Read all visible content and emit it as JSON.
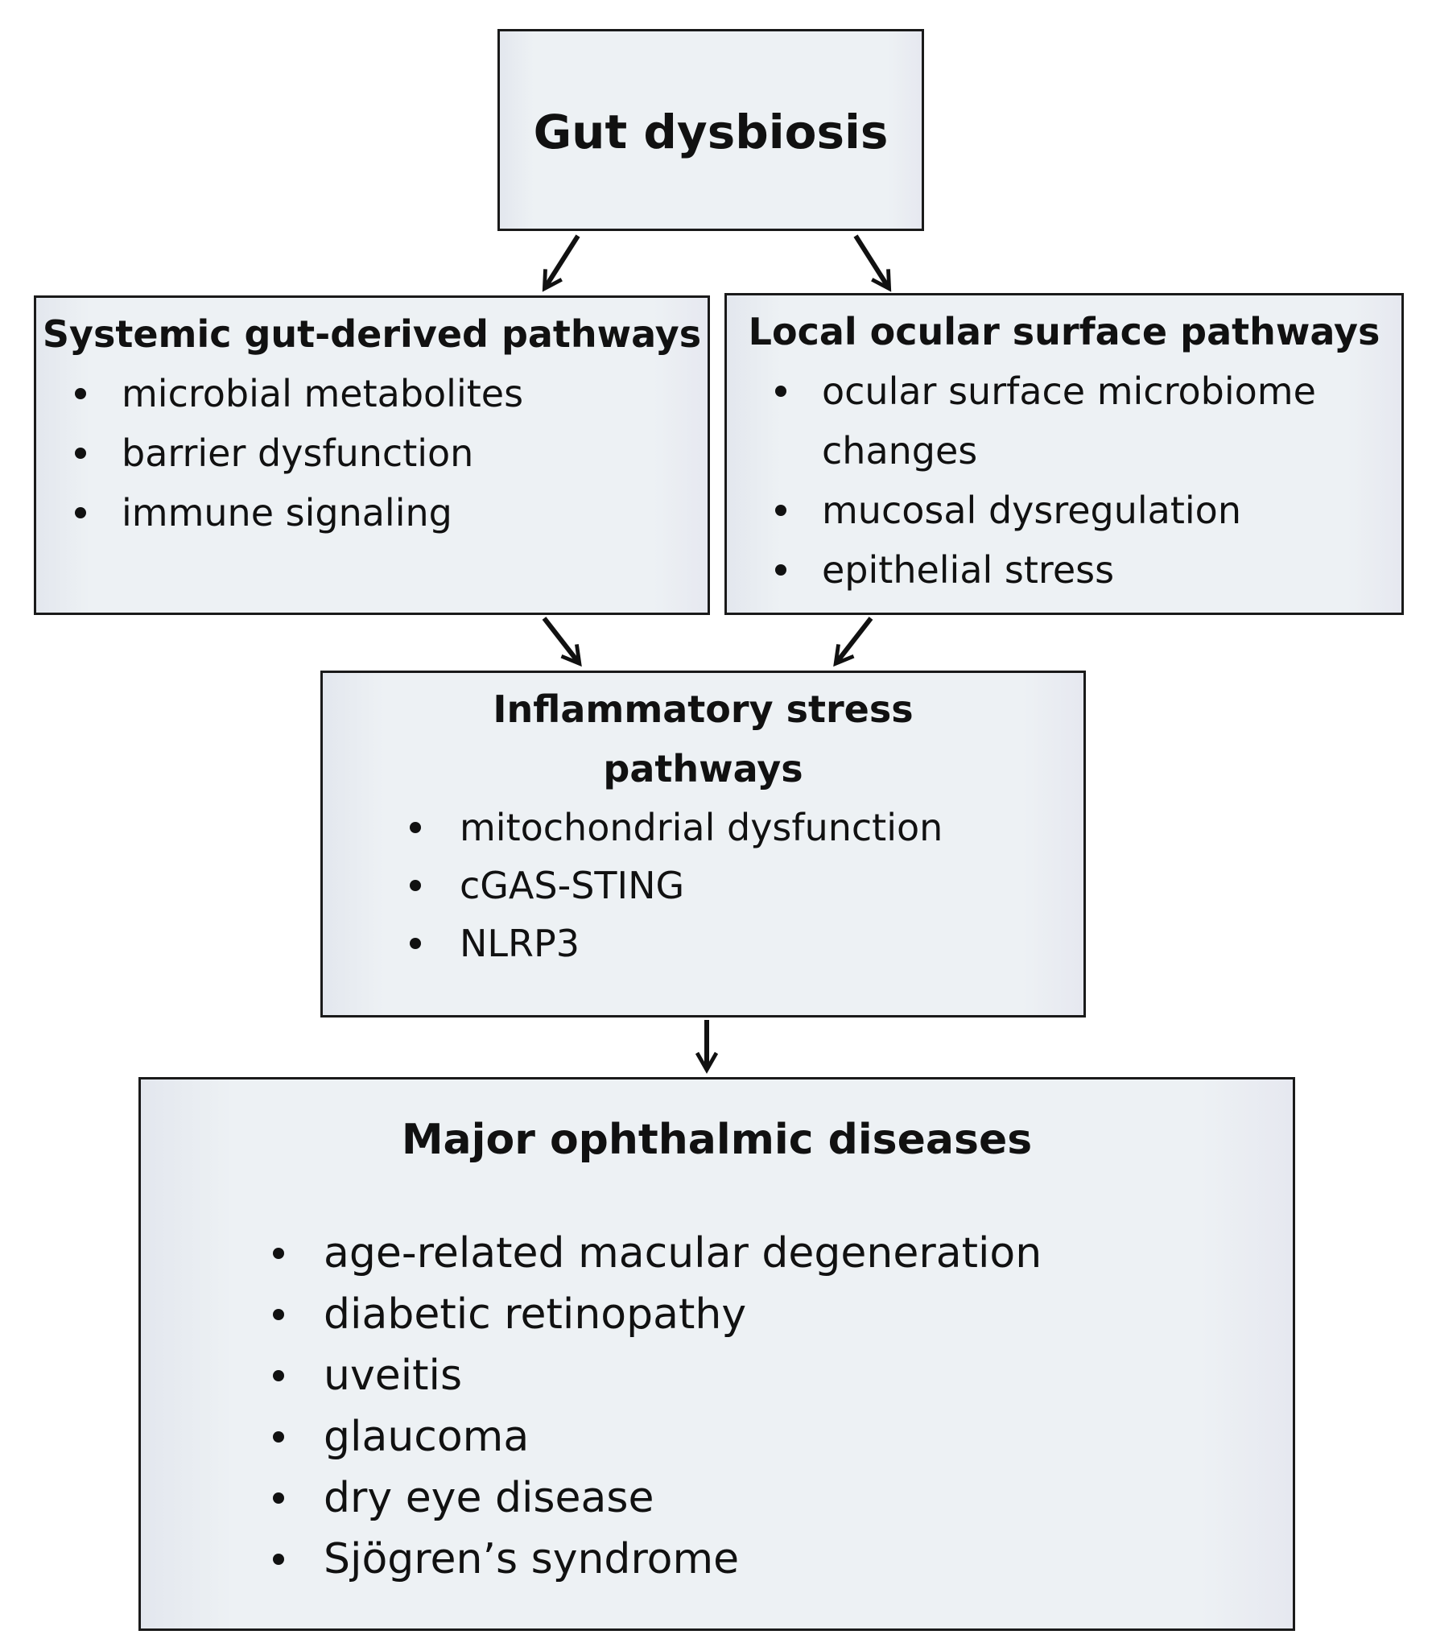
{
  "gut": {
    "title": "Gut dysbiosis"
  },
  "systemic": {
    "title": "Systemic gut-derived pathways",
    "items": [
      "microbial metabolites",
      "barrier dysfunction",
      "immune signaling"
    ]
  },
  "local": {
    "title": "Local ocular surface pathways",
    "items": [
      "ocular surface microbiome changes",
      "mucosal dysregulation",
      "epithelial stress"
    ]
  },
  "inflammatory": {
    "title": "Inflammatory stress pathways",
    "items": [
      "mitochondrial dysfunction",
      "cGAS-STING",
      "NLRP3"
    ]
  },
  "major": {
    "title": "Major ophthalmic diseases",
    "items": [
      "age-related macular degeneration",
      "diabetic retinopathy",
      "uveitis",
      "glaucoma",
      "dry eye disease",
      "Sjögren’s syndrome"
    ]
  }
}
